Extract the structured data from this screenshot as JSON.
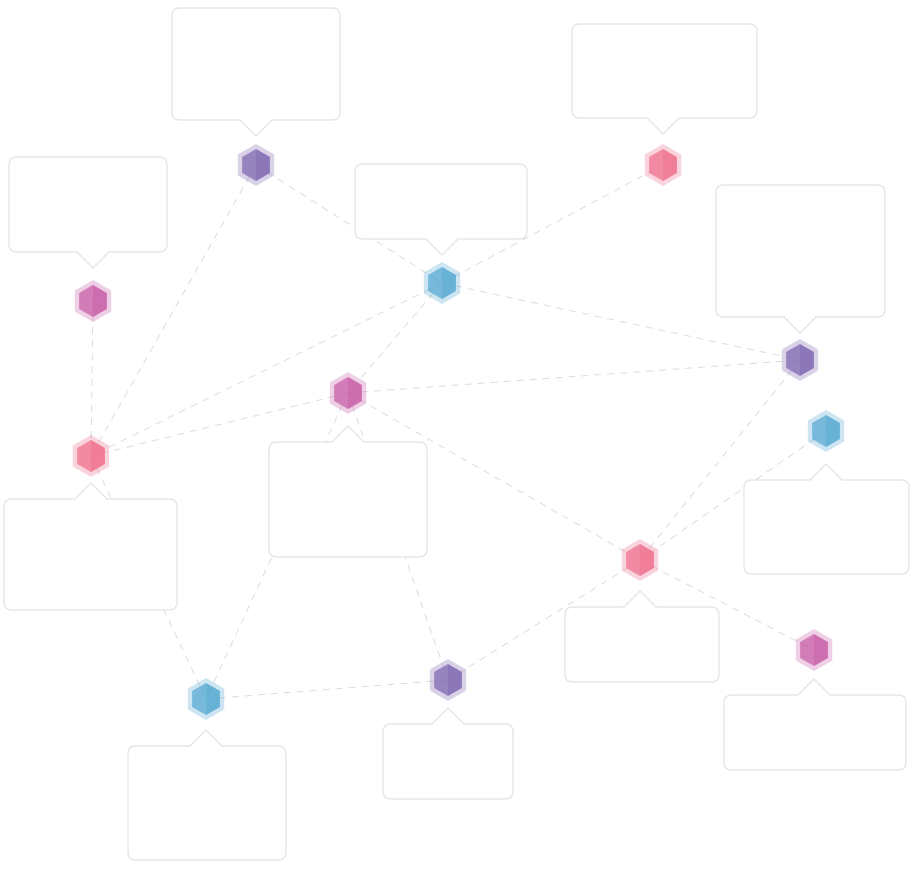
{
  "colors": {
    "pink": "#f0728f",
    "purple": "#8069b0",
    "blue": "#5aaad3",
    "magenta": "#c860a8",
    "edge": "#dcdcdc",
    "callout_border": "#e2e2e2"
  },
  "nodes": [
    {
      "id": "n1",
      "color": "purple",
      "label": ""
    },
    {
      "id": "n2",
      "color": "pink",
      "label": ""
    },
    {
      "id": "n3",
      "color": "magenta",
      "label": ""
    },
    {
      "id": "n4",
      "color": "blue",
      "label": ""
    },
    {
      "id": "n5",
      "color": "purple",
      "label": ""
    },
    {
      "id": "n6",
      "color": "magenta",
      "label": ""
    },
    {
      "id": "n7",
      "color": "pink",
      "label": ""
    },
    {
      "id": "n8",
      "color": "blue",
      "label": ""
    },
    {
      "id": "n9",
      "color": "pink",
      "label": ""
    },
    {
      "id": "n10",
      "color": "magenta",
      "label": ""
    },
    {
      "id": "n11",
      "color": "purple",
      "label": ""
    },
    {
      "id": "n12",
      "color": "blue",
      "label": ""
    }
  ],
  "edges": [
    [
      "n1",
      "n4"
    ],
    [
      "n1",
      "n7"
    ],
    [
      "n4",
      "n2"
    ],
    [
      "n4",
      "n5"
    ],
    [
      "n4",
      "n7"
    ],
    [
      "n4",
      "n6"
    ],
    [
      "n3",
      "n7"
    ],
    [
      "n6",
      "n7"
    ],
    [
      "n6",
      "n5"
    ],
    [
      "n6",
      "n9"
    ],
    [
      "n5",
      "n9"
    ],
    [
      "n8",
      "n9"
    ],
    [
      "n9",
      "n10"
    ],
    [
      "n9",
      "n11"
    ],
    [
      "n6",
      "n12"
    ],
    [
      "n7",
      "n12"
    ],
    [
      "n12",
      "n11"
    ],
    [
      "n6",
      "n11"
    ]
  ]
}
